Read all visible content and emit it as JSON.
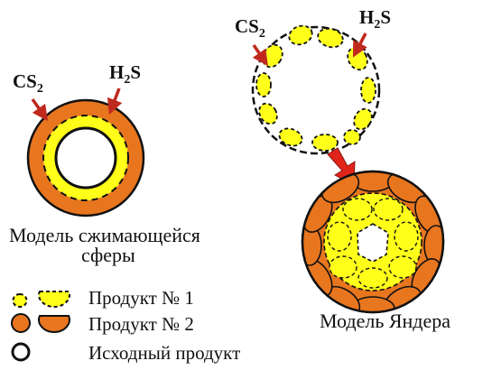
{
  "reagents": {
    "left_cs2": "CS2",
    "left_h2s": "H2S",
    "right_cs2": "CS2",
    "right_h2s": "H2S"
  },
  "captions": {
    "shrinking_sphere_line1": "Модель сжимающейся",
    "shrinking_sphere_line2": "сферы",
    "yander_model": "Модель Яндера"
  },
  "legend": {
    "product1": "Продукт № 1",
    "product2": "Продукт № 2",
    "initial": "Исходный продукт"
  },
  "colors": {
    "product1": "#ffff1a",
    "product2": "#e8761f",
    "arrow": "#c0291e",
    "outline": "#111111"
  }
}
